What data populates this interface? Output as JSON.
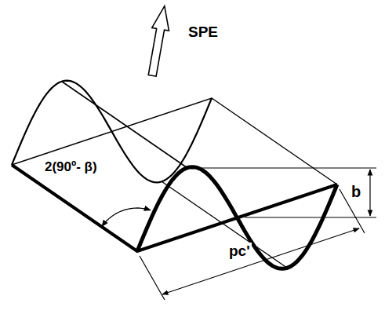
{
  "diagram": {
    "labels": [
      "SPE",
      "b",
      "2(90º- β)",
      "pc'"
    ]
  }
}
